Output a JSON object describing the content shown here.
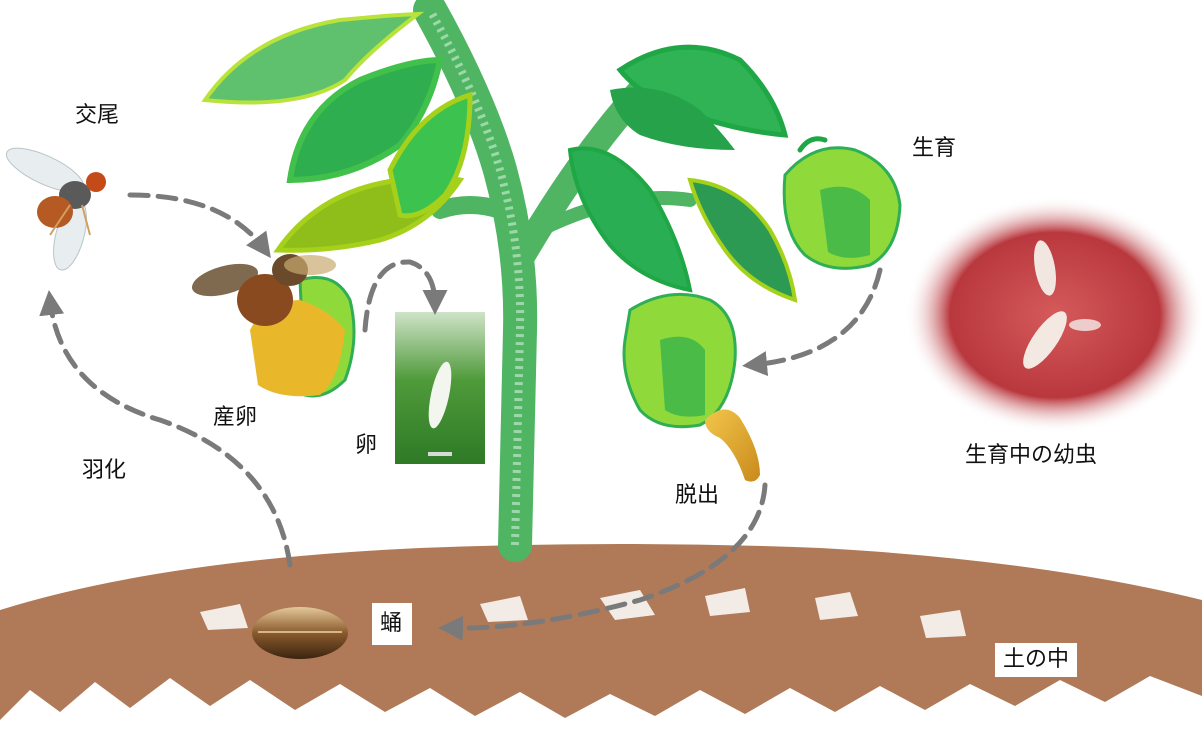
{
  "labels": {
    "mating": "交尾",
    "oviposition": "産卵",
    "egg": "卵",
    "emergence": "羽化",
    "growth": "生育",
    "larva_in_fruit": "生育中の幼虫",
    "exit": "脱出",
    "pupa": "蛹",
    "in_soil": "土の中"
  },
  "colors": {
    "soil": "#b07a58",
    "stem": "#4fb563",
    "leaf_dark": "#1fa645",
    "leaf_light": "#a6d11a",
    "pepper": "#8fda3a",
    "arrow": "#7a7a7a",
    "fruit_flesh": "#c9474a"
  }
}
